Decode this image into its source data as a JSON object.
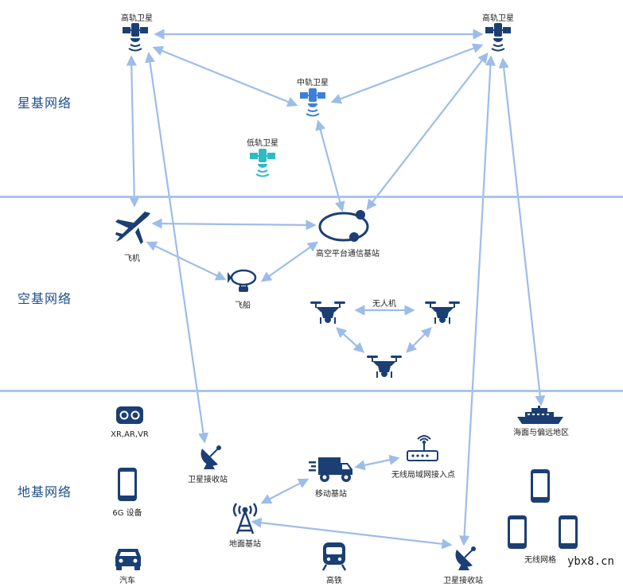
{
  "zones": {
    "space": "星基网络",
    "air": "空基网络",
    "ground": "地基网络"
  },
  "nodes": {
    "geo_left": "高轨卫星",
    "geo_right": "高轨卫星",
    "meo": "中轨卫星",
    "leo": "低轨卫星",
    "aircraft": "飞机",
    "hap": "高空平台通信基站",
    "airship": "飞船",
    "uav": "无人机",
    "xr": "XR,AR,VR",
    "device_6g": "6G 设备",
    "car": "汽车",
    "sat_rx_left": "卫星接收站",
    "ground_bs": "地面基站",
    "mobile_bs": "移动基站",
    "wlan_ap": "无线局域网接入点",
    "rail": "高铁",
    "sat_rx_right": "卫星接收站",
    "maritime": "海面与偏远地区",
    "wireless_grid": "无线网格"
  },
  "watermark": "ybx8.cn",
  "colors": {
    "link": "#9dbde8",
    "separator": "#a9c5ea",
    "icon_dark": "#1b3f73",
    "icon_blue": "#3d7fd9",
    "icon_teal": "#2bbcc4",
    "zone_text": "#1f4e8c"
  }
}
